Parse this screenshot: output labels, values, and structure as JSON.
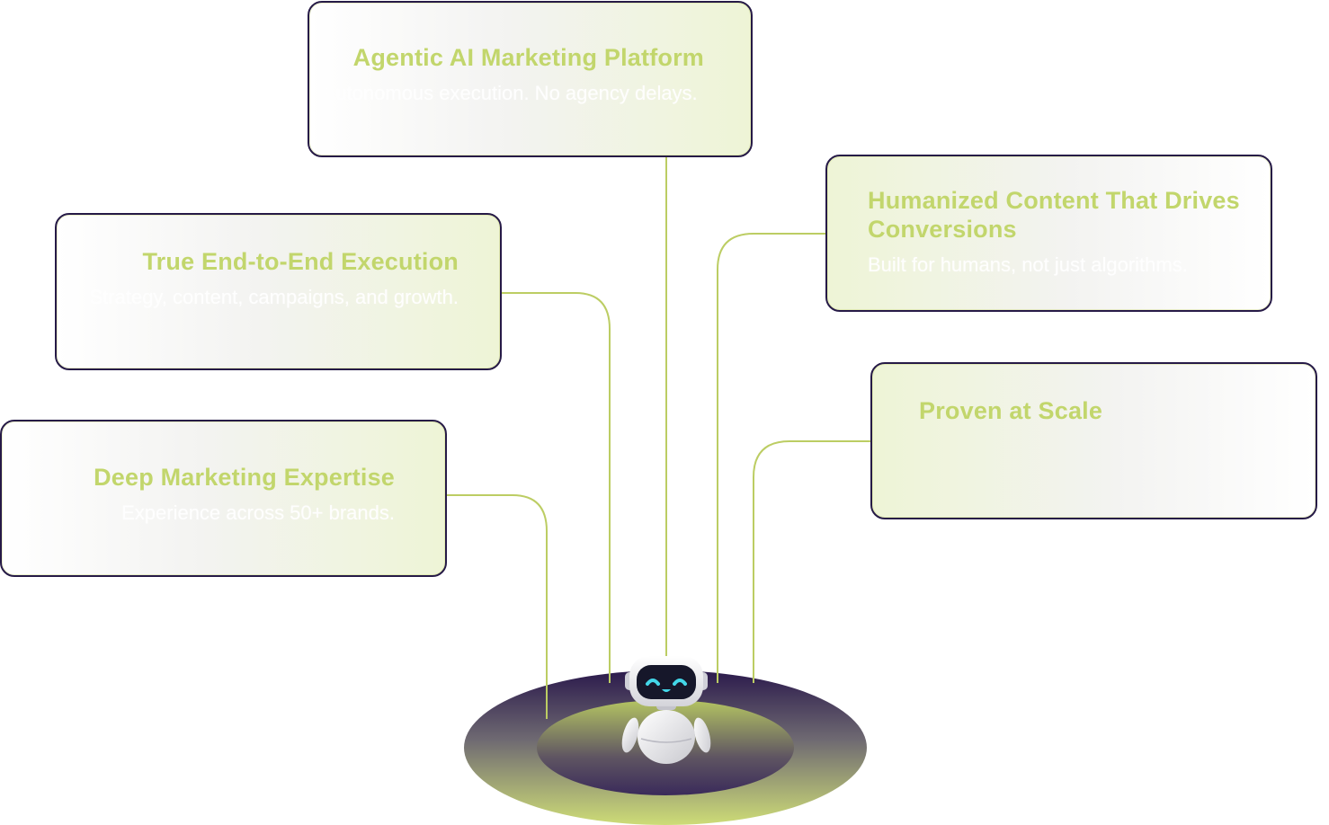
{
  "diagram": {
    "center": {
      "icon": "robot-mascot-icon"
    },
    "cards": [
      {
        "id": "agentic",
        "title": "Agentic AI Marketing Platform",
        "subtitle": "Autonomous execution. No agency delays."
      },
      {
        "id": "humanized",
        "title": "Humanized Content That Drives Conversions",
        "subtitle": "Built for humans, not just algorithms."
      },
      {
        "id": "endtoend",
        "title": "True End-to-End Execution",
        "subtitle": "Strategy, content, campaigns, and growth."
      },
      {
        "id": "proven",
        "title": "Proven at Scale",
        "subtitle": ""
      },
      {
        "id": "expertise",
        "title": "Deep Marketing Expertise",
        "subtitle": "Experience across 50+ brands."
      }
    ],
    "colors": {
      "accent_green": "#c2d66c",
      "card_border": "#261a47",
      "connector": "#bccd63",
      "platform_purple": "#2b1a4c",
      "platform_green": "#c9da74"
    }
  }
}
